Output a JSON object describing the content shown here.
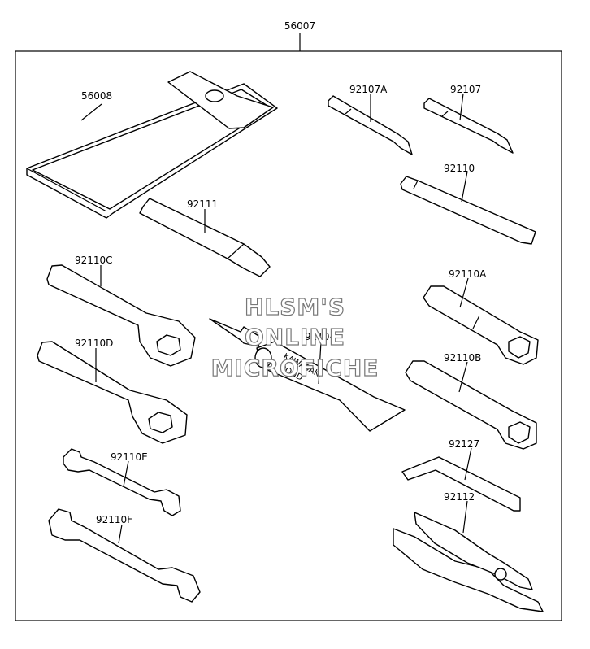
{
  "assembly_number": "56007",
  "parts": {
    "pouch": "56008",
    "screwdriver_a": "92107A",
    "screwdriver": "92107",
    "handle_bar": "92110",
    "extension_bar": "92111",
    "box_wrench_c": "92110C",
    "box_wrench_d": "92110D",
    "socket_wrench_a": "92110A",
    "socket_wrench_b": "92110B",
    "bond_tube": "92104",
    "open_wrench_e": "92110E",
    "open_wrench_f": "92110F",
    "hex_key": "92127",
    "pliers": "92112"
  },
  "tube_text": {
    "brand": "KAWASAKI",
    "product": "BOND"
  },
  "watermark": {
    "line1": "HLSM'S",
    "line2": "ONLINE",
    "line3": "MICROFICHE"
  }
}
